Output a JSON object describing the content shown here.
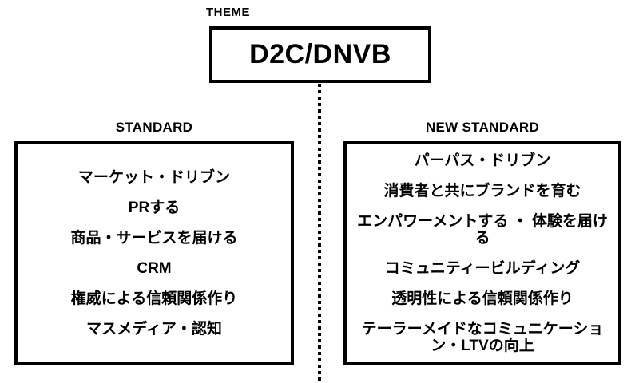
{
  "page": {
    "background_color": "#ffffff",
    "text_color": "#000000",
    "border_color": "#000000"
  },
  "theme": {
    "label": "THEME",
    "title": "D2C/DNVB"
  },
  "divider": {
    "style": "vertical-dotted",
    "color": "#000000"
  },
  "standard": {
    "label": "STANDARD",
    "items": [
      "マーケット・ドリブン",
      "PRする",
      "商品・サービスを届ける",
      "CRM",
      "権威による信頼関係作り",
      "マスメディア・認知"
    ]
  },
  "new_standard": {
    "label": "NEW STANDARD",
    "items": [
      "パーパス・ドリブン",
      "消費者と共にブランドを育む",
      "エンパワーメントする ・ 体験を届ける",
      "コミュニティービルディング",
      "透明性による信頼関係作り",
      "テーラーメイドなコミュニケーション・LTVの向上"
    ]
  }
}
